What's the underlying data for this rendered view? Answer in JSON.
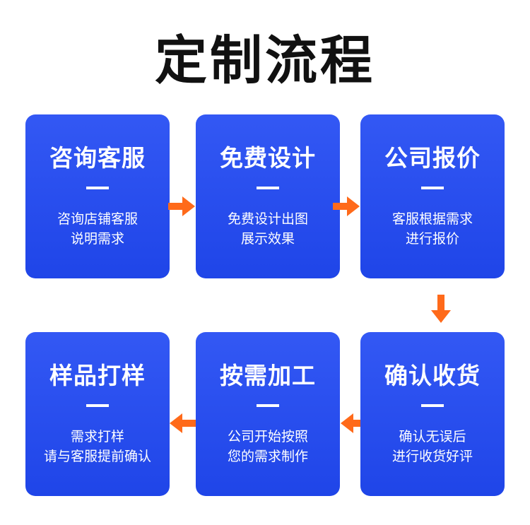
{
  "title": "定制流程",
  "steps": [
    {
      "title": "咨询客服",
      "desc": "咨询店铺客服\n说明需求"
    },
    {
      "title": "免费设计",
      "desc": "免费设计出图\n展示效果"
    },
    {
      "title": "公司报价",
      "desc": "客服根据需求\n进行报价"
    },
    {
      "title": "确认收货",
      "desc": "确认无误后\n进行收货好评"
    },
    {
      "title": "按需加工",
      "desc": "公司开始按照\n您的需求制作"
    },
    {
      "title": "样品打样",
      "desc": "需求打样\n请与客服提前确认"
    }
  ],
  "colors": {
    "card": "#2a50f0",
    "arrow": "#ff6a1a",
    "title": "#111111"
  },
  "icons": [
    "arrow-right-icon",
    "arrow-down-icon",
    "arrow-left-icon"
  ]
}
